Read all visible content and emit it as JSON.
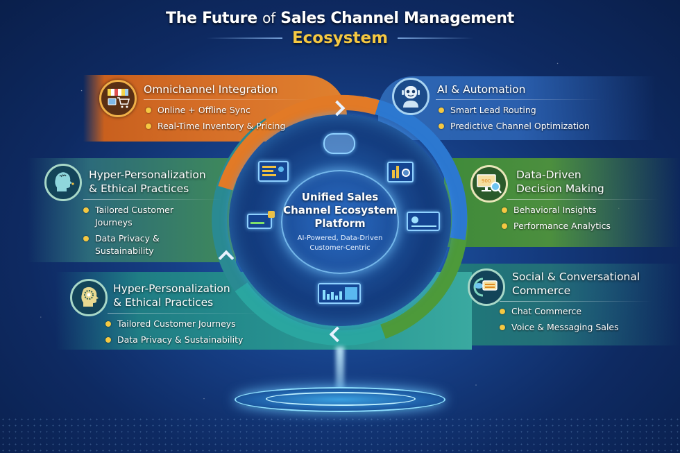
{
  "header": {
    "title_part1": "The Future",
    "title_of": "of",
    "title_part2": "Sales Channel Management",
    "subtitle": "Ecosystem"
  },
  "colors": {
    "title": "#ffffff",
    "subtitle": "#f5c842",
    "bullet": "#f5c842",
    "orange": "#d9732a",
    "blue": "#2c6ab8",
    "green": "#4c8f3e",
    "teal": "#2a9a95",
    "background": "#0e2a62"
  },
  "center": {
    "title_line1": "Unified Sales",
    "title_line2": "Channel Ecosystem",
    "title_line3": "Platform",
    "sub_line1": "AI-Powered, Data-Driven",
    "sub_line2": "Customer-Centric",
    "satellite_icons": [
      "cloud-icon",
      "bar-chart-magnifier-icon",
      "dashboard-monitor-icon",
      "payment-card-icon",
      "presentation-monitor-icon",
      "analytics-monitor-icon"
    ]
  },
  "cards": [
    {
      "id": "omnichannel",
      "title_line1": "Omnichannel Integration",
      "icon": "storefront-cart-icon",
      "bullets": [
        "Online + Offline Sync",
        "Real-Time Inventory & Pricing"
      ]
    },
    {
      "id": "ai-automation",
      "title_line1": "AI & Automation",
      "icon": "robot-icon",
      "bullets": [
        "Smart Lead Routing",
        "Predictive Channel Optimization"
      ]
    },
    {
      "id": "hyper-personalization-1",
      "title_line1": "Hyper-Personalization",
      "title_line2": "& Ethical Practices",
      "icon": "head-profile-icon",
      "bullets": [
        "Tailored Customer Journeys",
        "Data Privacy & Sustainability"
      ]
    },
    {
      "id": "data-driven",
      "title_line1": "Data-Driven",
      "title_line2": "Decision Making",
      "icon": "monitor-magnifier-icon",
      "icon_value": "900",
      "bullets": [
        "Behavioral Insights",
        "Performance Analytics"
      ]
    },
    {
      "id": "social-commerce",
      "title_line1": "Social & Conversational",
      "title_line2": "Commerce",
      "icon": "chat-bubbles-icon",
      "bullets": [
        "Chat Commerce",
        "Voice & Messaging Sales"
      ]
    },
    {
      "id": "hyper-personalization-2",
      "title_line1": "Hyper-Personalization",
      "title_line2": "& Ethical Practices",
      "icon": "head-gears-icon",
      "bullets": [
        "Tailored Customer Journeys",
        "Data Privacy & Sustainability"
      ]
    }
  ]
}
